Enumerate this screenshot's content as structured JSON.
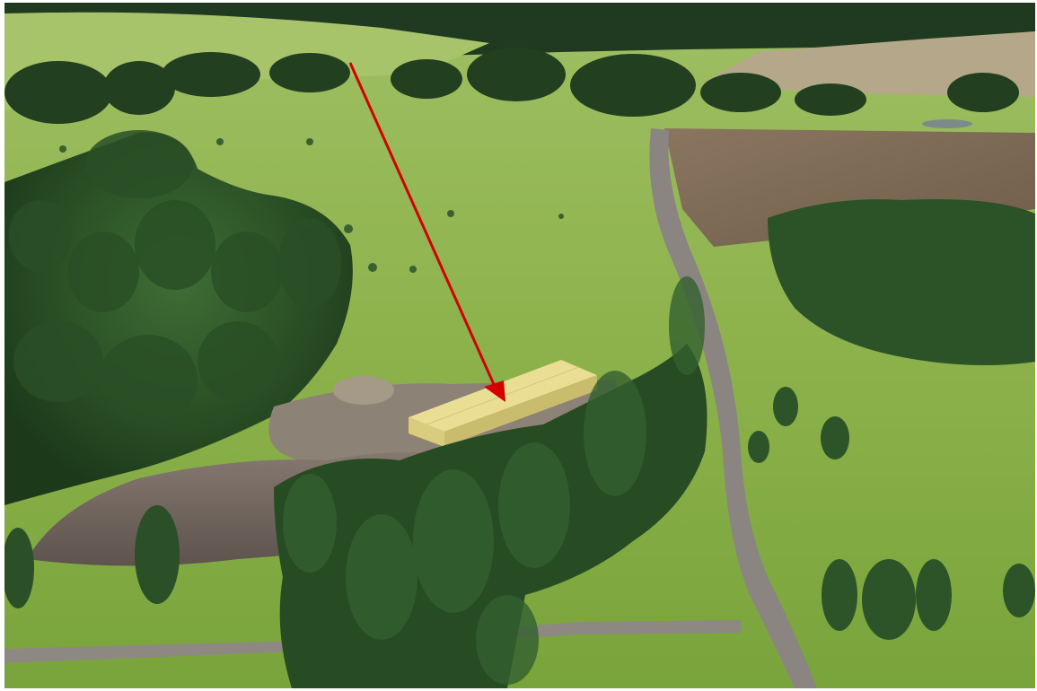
{
  "image": {
    "kind": "aerial photograph",
    "annotation": {
      "type": "arrow",
      "color": "#d40000",
      "points_to": "storage-building"
    },
    "colors": {
      "meadow": "#8eb54a",
      "meadow_light": "#a9c65c",
      "forest_dark": "#1f3d1c",
      "forest_mid": "#2f5a2a",
      "plowed_field": "#7a6750",
      "gravel": "#6d6259",
      "building_roof": "#e9de93",
      "building_wall": "#d9cc7c",
      "road": "#8a8580"
    }
  }
}
